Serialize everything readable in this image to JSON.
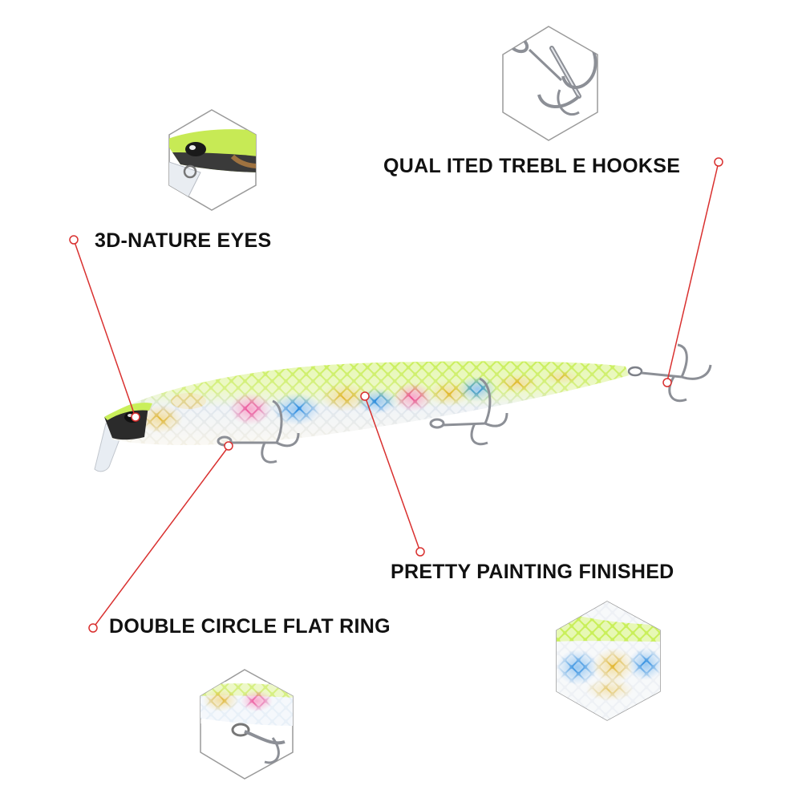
{
  "callouts": {
    "hooks": "QUAL ITED TREBL E HOOKSE",
    "eyes": "3D-NATURE EYES",
    "painting": "PRETTY PAINTING FINISHED",
    "ring": "DOUBLE CIRCLE FLAT RING"
  },
  "colors": {
    "callout_line": "#d9302f",
    "hex_border": "#9a9a9a",
    "lure_back": "#c9ef5a",
    "lure_belly": "#eef0f3",
    "spot_blue": "#2f8fe0",
    "spot_pink": "#f05a9a",
    "spot_gold": "#e6c23a"
  },
  "icons": {
    "hook_detail": "treble-hook-icon",
    "eye_detail": "lure-eye-icon",
    "ring_detail": "split-ring-icon",
    "paint_detail": "scale-pattern-icon"
  }
}
